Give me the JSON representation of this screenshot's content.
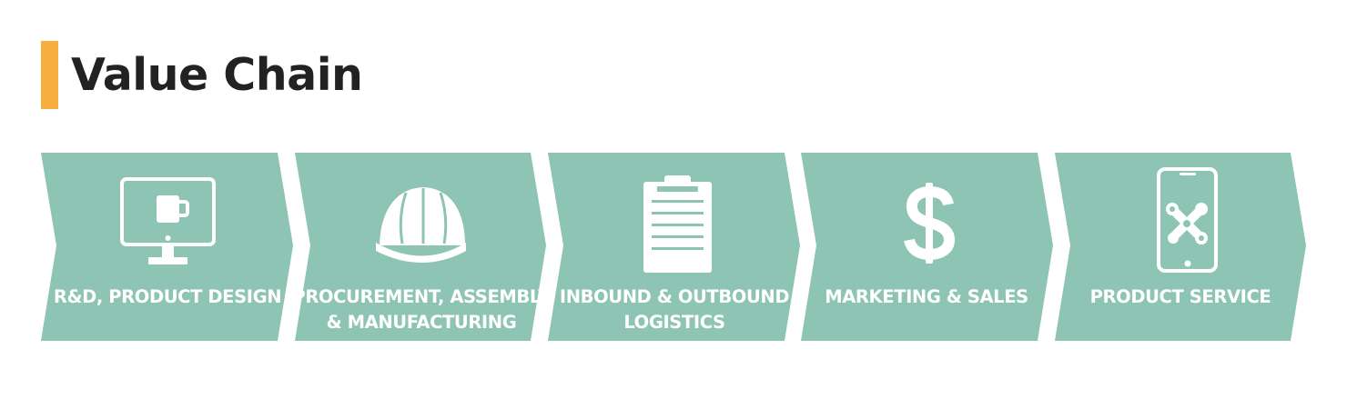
{
  "title": "Value Chain",
  "colors": {
    "accent": "#F7AE3E",
    "chevron": "#8DC4B4",
    "icon": "#FFFFFF",
    "title_text": "#222222"
  },
  "steps": [
    {
      "icon": "monitor-with-mug-icon",
      "label_lines": [
        "R&D, PRODUCT DESIGN"
      ]
    },
    {
      "icon": "hard-hat-icon",
      "label_lines": [
        "PROCUREMENT, ASSEMBLY",
        "& MANUFACTURING"
      ]
    },
    {
      "icon": "clipboard-icon",
      "label_lines": [
        "INBOUND & OUTBOUND",
        "LOGISTICS"
      ]
    },
    {
      "icon": "dollar-sign-icon",
      "label_lines": [
        "MARKETING & SALES"
      ]
    },
    {
      "icon": "phone-with-tools-icon",
      "label_lines": [
        "PRODUCT SERVICE"
      ]
    }
  ]
}
